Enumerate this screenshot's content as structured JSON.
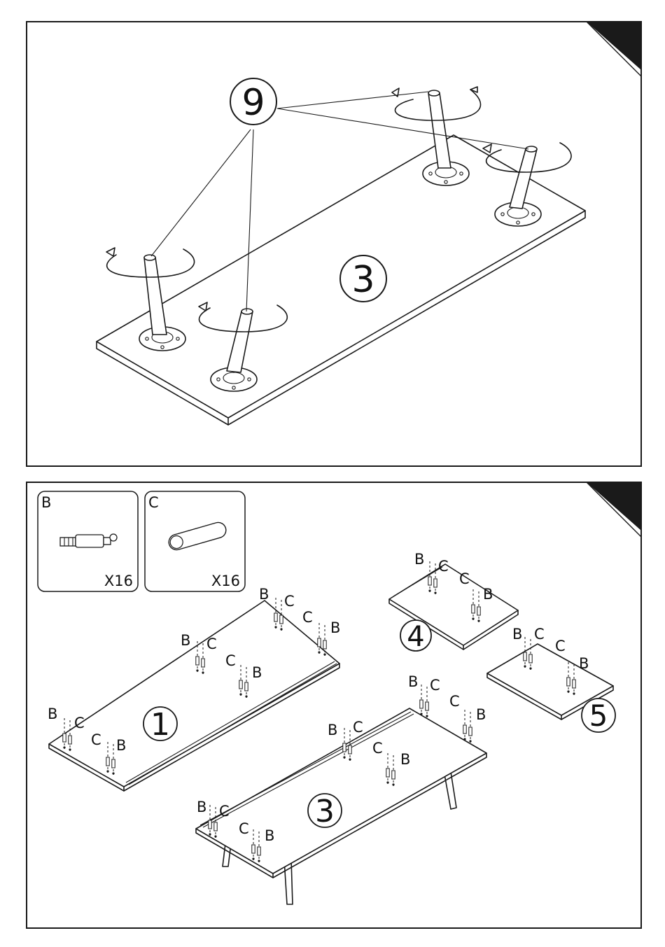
{
  "step1": {
    "leg_part_no": "9",
    "board_part_no": "3"
  },
  "step2": {
    "hardware": [
      {
        "letter": "B",
        "qty": "X16",
        "icon": "cam-bolt-icon"
      },
      {
        "letter": "C",
        "qty": "X16",
        "icon": "wooden-dowel-icon"
      }
    ],
    "panels": [
      {
        "part_no": "1"
      },
      {
        "part_no": "3"
      },
      {
        "part_no": "4"
      },
      {
        "part_no": "5"
      }
    ],
    "label_b": "B",
    "label_c": "C"
  }
}
